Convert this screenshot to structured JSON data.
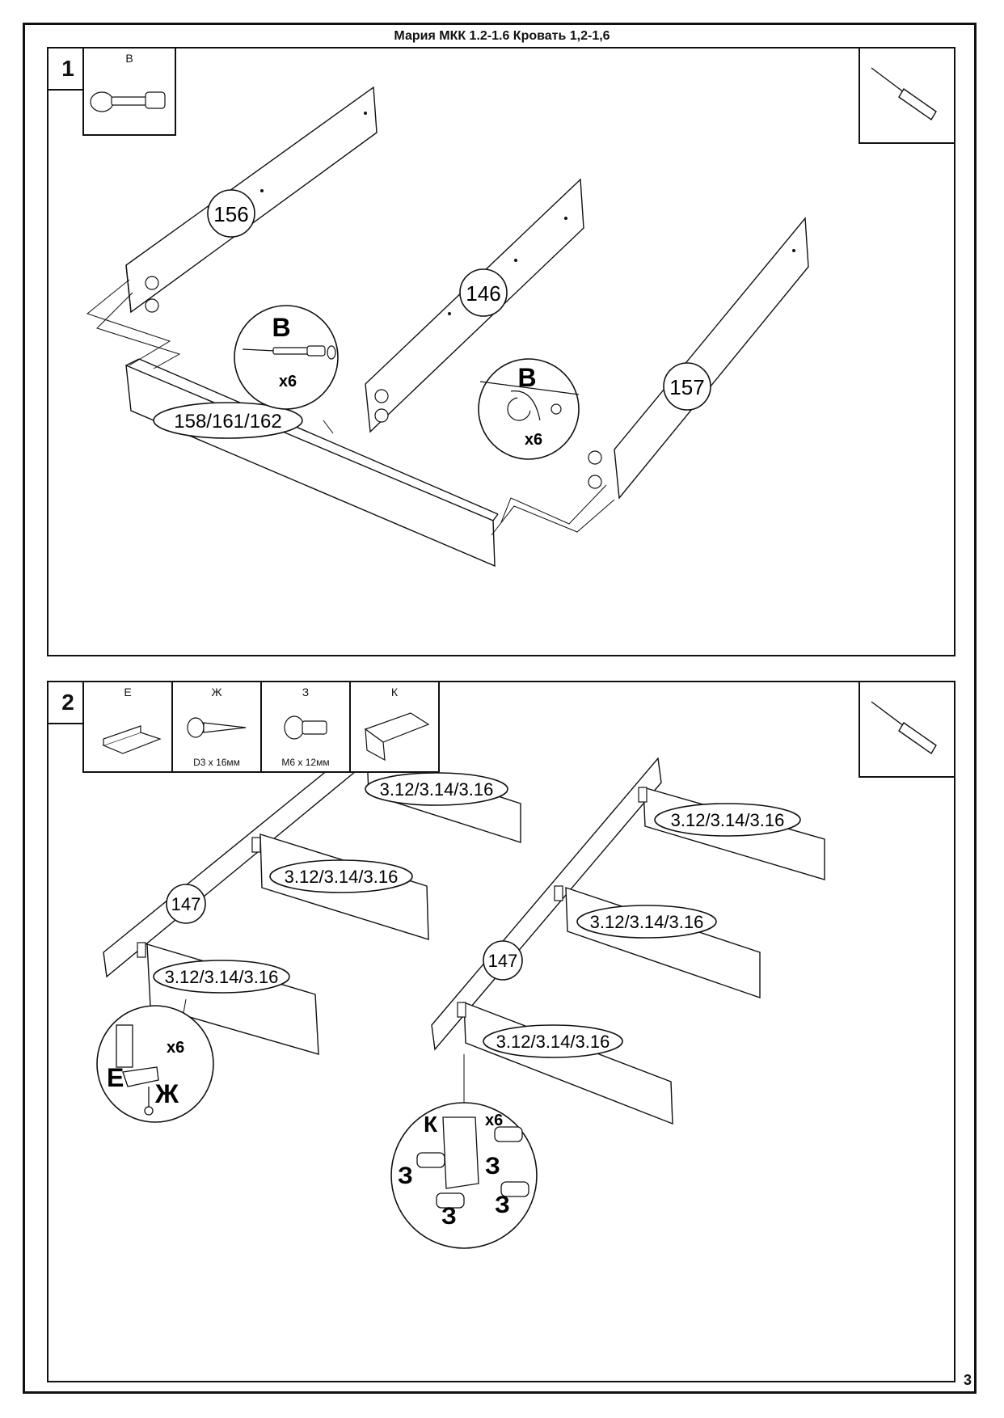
{
  "header": {
    "title": "Мария МКК 1.2-1.6 Кровать  1,2-1,6",
    "page_number": "3"
  },
  "step1": {
    "number": "1",
    "parts": [
      {
        "letter": "В"
      }
    ],
    "labels": {
      "p156": "156",
      "p146": "146",
      "p157": "157",
      "p158": "158/161/162"
    },
    "callout_b1": {
      "letter": "В",
      "qty": "x6"
    },
    "callout_b2": {
      "letter": "В",
      "qty": "x6"
    },
    "tool_icon": "screwdriver-icon"
  },
  "step2": {
    "number": "2",
    "parts": [
      {
        "letter": "Е",
        "size": ""
      },
      {
        "letter": "Ж",
        "size": "D3 x 16мм"
      },
      {
        "letter": "З",
        "size": "M6 x 12мм"
      },
      {
        "letter": "К",
        "size": ""
      }
    ],
    "labels": {
      "beam": "147",
      "slat": "3.12/3.14/3.16"
    },
    "callout_e": {
      "e": "Е",
      "zh": "Ж",
      "qty": "x6"
    },
    "callout_k": {
      "k": "К",
      "z": "З",
      "qty": "x6"
    },
    "tool_icon": "screwdriver-icon"
  }
}
